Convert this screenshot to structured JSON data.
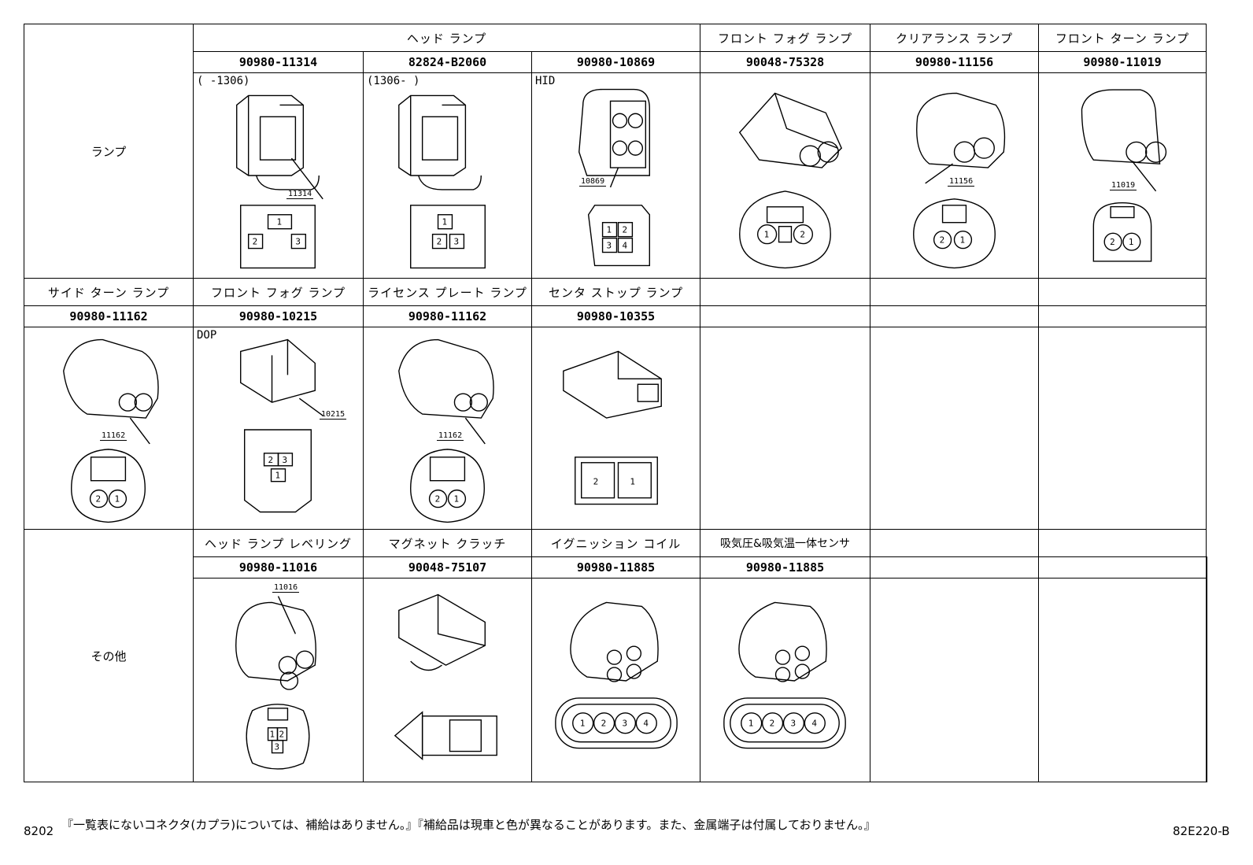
{
  "table": {
    "section1": {
      "category": "ランプ",
      "headers": [
        "ヘッド ランプ",
        "フロント フォグ ランプ",
        "クリアランス ランプ",
        "フロント ターン ランプ"
      ],
      "parts": [
        "90980-11314",
        "82824-B2060",
        "90980-10869",
        "90048-75328",
        "90980-11156",
        "90980-11019"
      ],
      "notes": [
        "(     -1306)",
        "(1306-     )",
        "HID"
      ],
      "tags": [
        "11314",
        "10869",
        "11156",
        "11019"
      ]
    },
    "section2": {
      "headers": [
        "サイド ターン ランプ",
        "フロント フォグ ランプ",
        "ライセンス プレート ランプ",
        "センタ ストップ ランプ"
      ],
      "parts": [
        "90980-11162",
        "90980-10215",
        "90980-11162",
        "90980-10355"
      ],
      "notes": [
        "DOP"
      ],
      "tags": [
        "11162",
        "10215",
        "11162"
      ]
    },
    "section3": {
      "category": "その他",
      "headers": [
        "ヘッド ランプ レベリング",
        "マグネット クラッチ",
        "イグニッション コイル",
        "吸気圧&吸気温一体センサ"
      ],
      "parts": [
        "90980-11016",
        "90048-75107",
        "90980-11885",
        "90980-11885"
      ],
      "tags": [
        "11016"
      ]
    }
  },
  "footer": {
    "code": "8202",
    "message": "『一覧表にないコネクタ(カプラ)については、補給はありません。』『補給品は現車と色が異なることがあります。また、金属端子は付属しておりません。』",
    "ref": "82E220-B"
  }
}
